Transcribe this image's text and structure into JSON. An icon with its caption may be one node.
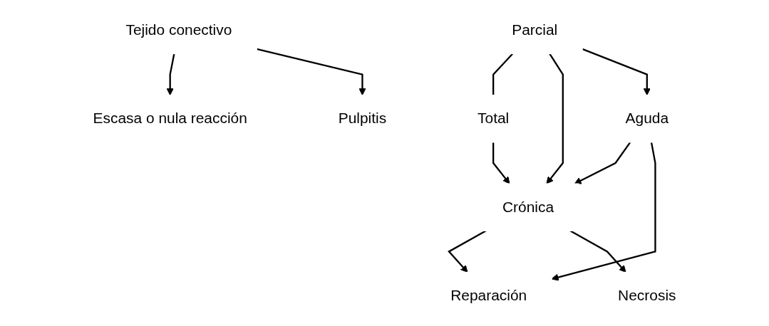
{
  "diagram": {
    "nodes": [
      {
        "text": [
          "Tejido conectivo"
        ]
      },
      {
        "text": [
          "Escasa o nula reacción"
        ]
      },
      {
        "text": [
          "Pulpitis"
        ]
      },
      {
        "text": [
          "Parcial"
        ]
      },
      {
        "text": [
          "Total"
        ]
      },
      {
        "text": [
          "Aguda"
        ]
      },
      {
        "text": [
          "Crónica"
        ]
      },
      {
        "text": [
          "Reparación"
        ]
      },
      {
        "text": [
          "Necrosis"
        ]
      }
    ],
    "edges": [
      {
        "from": 0,
        "to": 1,
        "arrow": "to"
      },
      {
        "from": 0,
        "to": 2,
        "arrow": "to"
      },
      {
        "from": 3,
        "to": 4,
        "arrow": "none"
      },
      {
        "from": 3,
        "to": 6,
        "arrow": "to"
      },
      {
        "from": 3,
        "to": 5,
        "arrow": "to"
      },
      {
        "from": 4,
        "to": 6,
        "arrow": "to"
      },
      {
        "from": 5,
        "to": 6,
        "arrow": "to"
      },
      {
        "from": 5,
        "to": 7,
        "arrow": "to"
      },
      {
        "from": 6,
        "to": 7,
        "arrow": "to"
      },
      {
        "from": 6,
        "to": 8,
        "arrow": "to"
      }
    ]
  }
}
